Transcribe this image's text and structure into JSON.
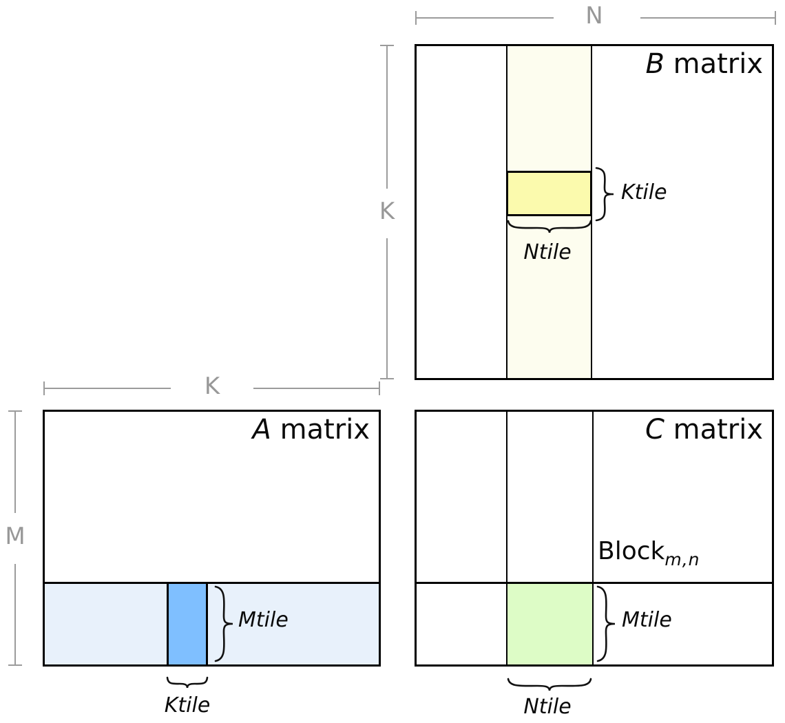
{
  "diagram": {
    "b_matrix": {
      "title_letter": "B",
      "title_word": " matrix",
      "tile_brace_label": "Ktile",
      "strip_brace_label": "Ntile"
    },
    "a_matrix": {
      "title_letter": "A",
      "title_word": " matrix",
      "tile_brace_label": "Mtile",
      "strip_brace_label": "Ktile"
    },
    "c_matrix": {
      "title_letter": "C",
      "title_word": " matrix",
      "block_label": "Block",
      "block_subscript": "m,n",
      "tile_brace_label": "Mtile",
      "strip_brace_label": "Ntile"
    },
    "dimensions": {
      "b_width_label": "N",
      "b_height_label": "K",
      "a_width_label": "K",
      "a_height_label": "M"
    },
    "colors": {
      "b_strip": "#FDFDEF",
      "b_tile_yellow": "#FBFAAD",
      "a_strip": "#E8F1FB",
      "a_tile_blue": "#7FBFFF",
      "c_tile_green": "#DDFCC6",
      "dimension_gray": "#989898",
      "line_black": "#000000"
    }
  }
}
